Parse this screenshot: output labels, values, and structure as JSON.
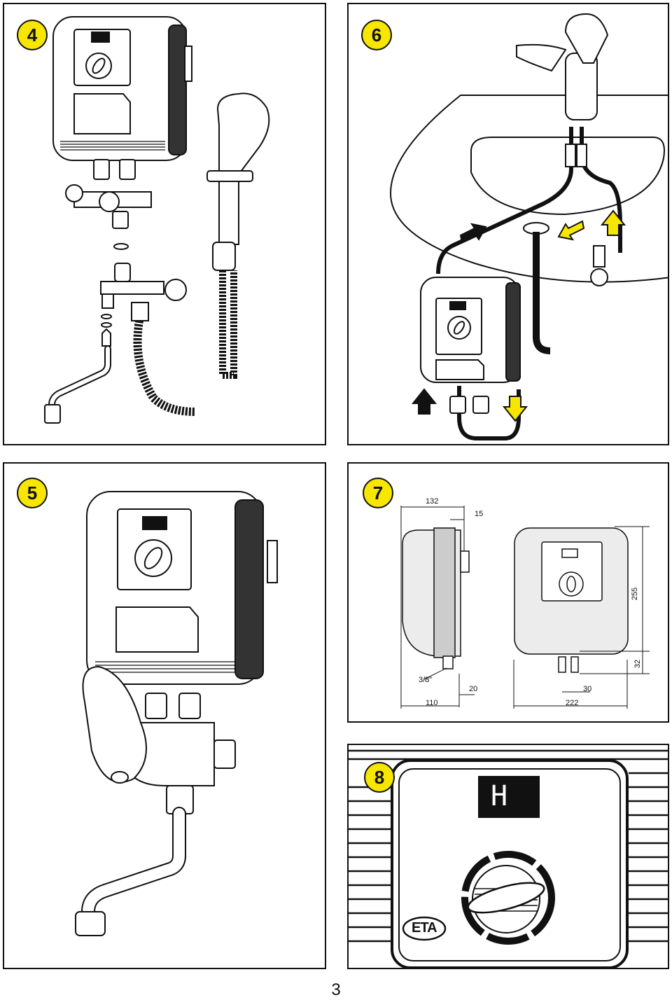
{
  "figures": [
    {
      "number": "4"
    },
    {
      "number": "6"
    },
    {
      "number": "5"
    },
    {
      "number": "7"
    },
    {
      "number": "8"
    }
  ],
  "dimensions": {
    "depth_total": "132",
    "bracket_depth": "15",
    "height": "255",
    "bottom_offset": "32",
    "thread": "3/8\"",
    "outlet_offset": "20",
    "depth_base": "110",
    "outlet_spacing": "30",
    "width": "222"
  },
  "display": {
    "char": "H"
  },
  "logo": {
    "text": "ETA"
  },
  "page_number": "3",
  "colors": {
    "badge": "#f7e600",
    "arrow": "#f7e600"
  }
}
